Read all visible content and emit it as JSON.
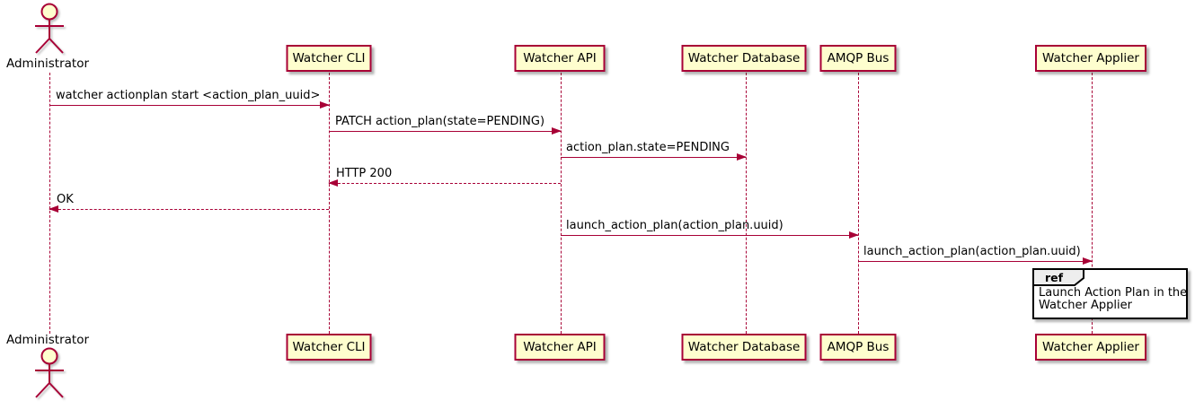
{
  "diagram": {
    "type": "sequence",
    "actor": {
      "name": "Administrator"
    },
    "participants": [
      {
        "name": "Watcher CLI"
      },
      {
        "name": "Watcher API"
      },
      {
        "name": "Watcher Database"
      },
      {
        "name": "AMQP Bus"
      },
      {
        "name": "Watcher Applier"
      }
    ],
    "messages": [
      {
        "from": "Administrator",
        "to": "Watcher CLI",
        "label": "watcher actionplan start <action_plan_uuid>",
        "line": "solid",
        "direction": "right"
      },
      {
        "from": "Watcher CLI",
        "to": "Watcher API",
        "label": "PATCH action_plan(state=PENDING)",
        "line": "solid",
        "direction": "right"
      },
      {
        "from": "Watcher API",
        "to": "Watcher Database",
        "label": "action_plan.state=PENDING",
        "line": "solid",
        "direction": "right"
      },
      {
        "from": "Watcher API",
        "to": "Watcher CLI",
        "label": "HTTP 200",
        "line": "dashed",
        "direction": "left"
      },
      {
        "from": "Watcher CLI",
        "to": "Administrator",
        "label": "OK",
        "line": "dashed",
        "direction": "left"
      },
      {
        "from": "Watcher API",
        "to": "AMQP Bus",
        "label": "launch_action_plan(action_plan.uuid)",
        "line": "solid",
        "direction": "right"
      },
      {
        "from": "AMQP Bus",
        "to": "Watcher Applier",
        "label": "launch_action_plan(action_plan.uuid)",
        "line": "solid",
        "direction": "right"
      }
    ],
    "ref": {
      "keyword": "ref",
      "lines": [
        "Launch Action Plan in the",
        "Watcher Applier"
      ]
    },
    "colors": {
      "stroke": "#A80036",
      "participant_fill": "#FEFECE",
      "ref_tab_fill": "#EEEEEE",
      "ref_border": "#000000",
      "text": "#000000"
    }
  }
}
